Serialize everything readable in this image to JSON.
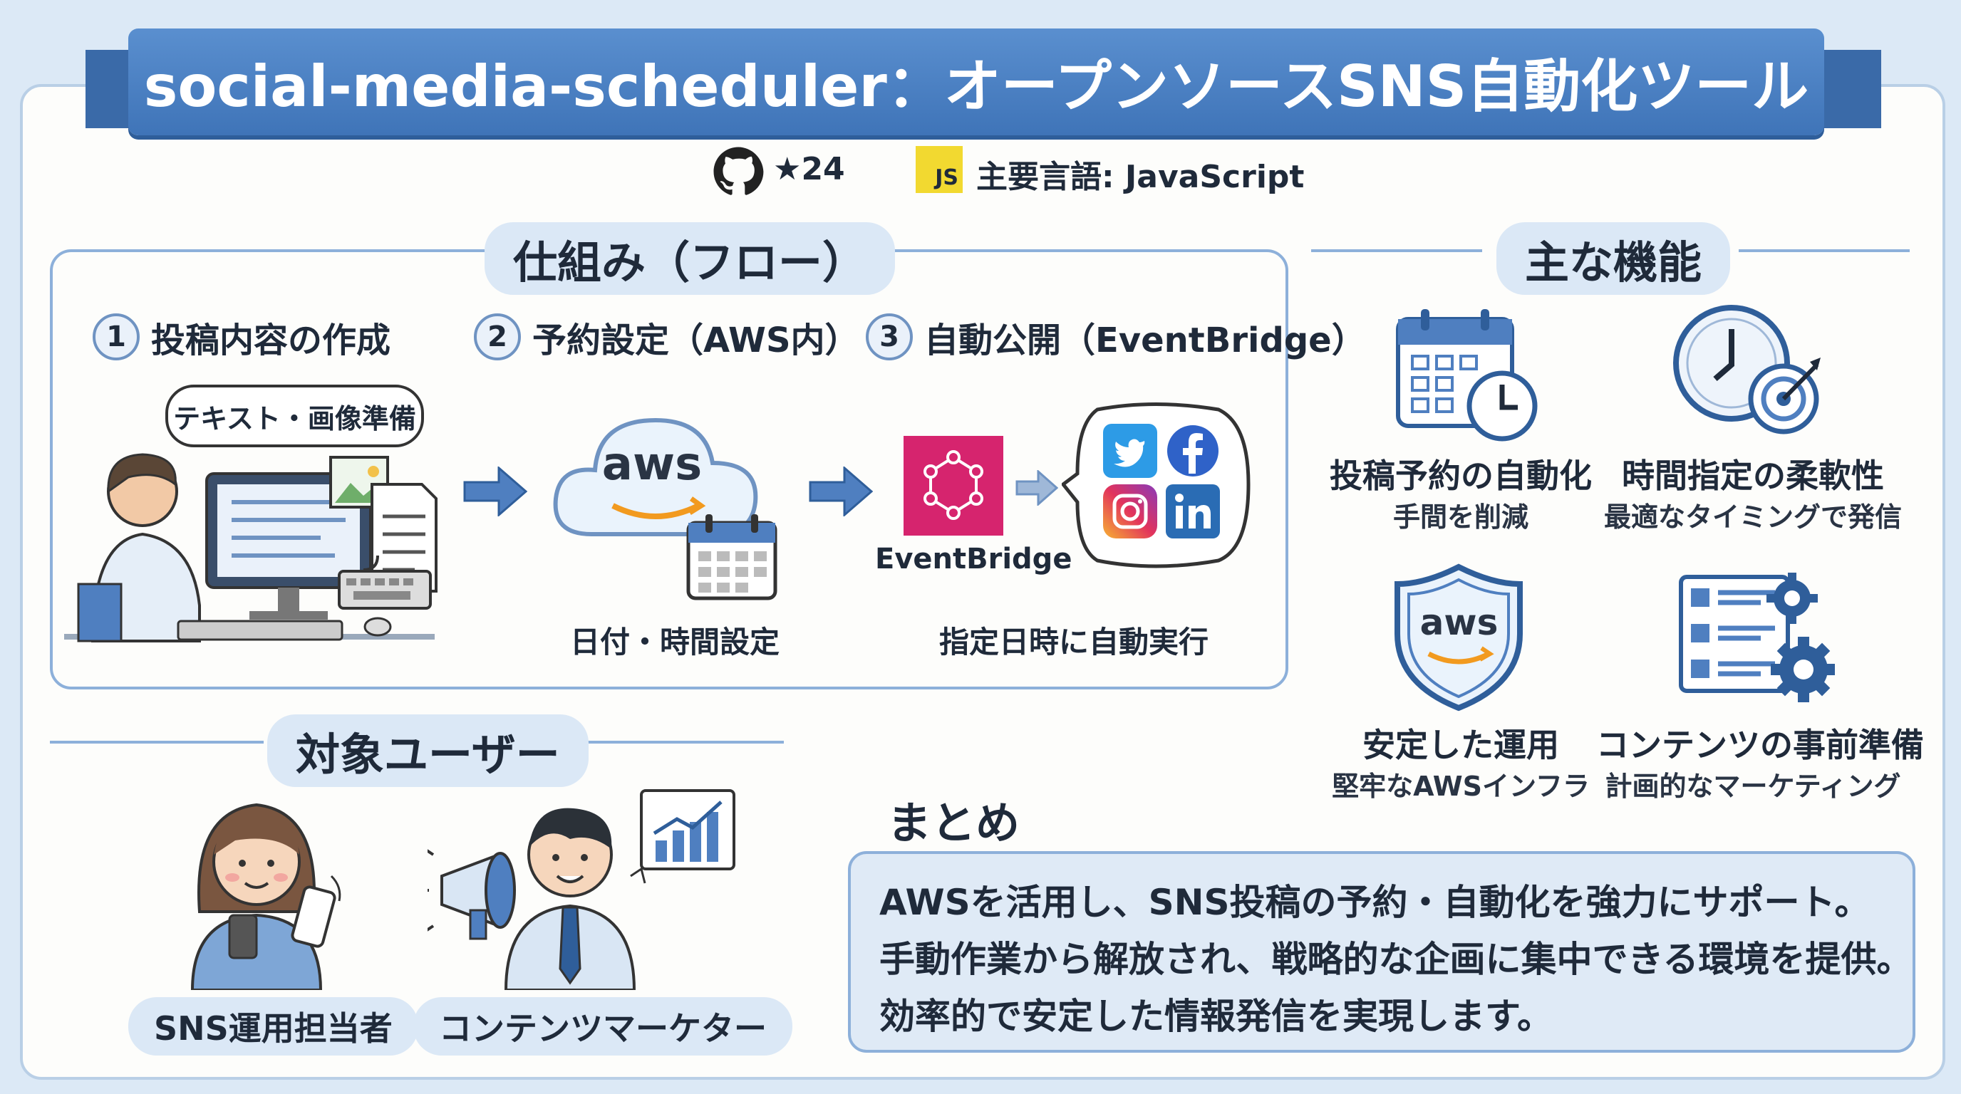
{
  "title": "social-media-scheduler：オープンソースSNS自動化ツール",
  "meta": {
    "stars": "★24",
    "language_badge": "JS",
    "language": "主要言語: JavaScript"
  },
  "flow": {
    "heading": "仕組み（フロー）",
    "steps": [
      {
        "num": "1",
        "label": "投稿内容の作成"
      },
      {
        "num": "2",
        "label": "予約設定（AWS内）"
      },
      {
        "num": "3",
        "label": "自動公開（EventBridge）"
      }
    ],
    "bubble": "テキスト・画像準備",
    "aws_logo": "aws",
    "eventbridge_label": "EventBridge",
    "caption_schedule": "日付・時間設定",
    "caption_execute": "指定日時に自動実行"
  },
  "features": {
    "heading": "主な機能",
    "items": [
      {
        "name": "投稿予約の自動化",
        "sub": "手間を削減"
      },
      {
        "name": "時間指定の柔軟性",
        "sub": "最適なタイミングで発信"
      },
      {
        "name": "安定した運用",
        "sub": "堅牢なAWSインフラ"
      },
      {
        "name": "コンテンツの事前準備",
        "sub": "計画的なマーケティング"
      }
    ],
    "shield_logo": "aws"
  },
  "users": {
    "heading": "対象ユーザー",
    "items": [
      {
        "label": "SNS運用担当者"
      },
      {
        "label": "コンテンツマーケター"
      }
    ]
  },
  "summary": {
    "heading": "まとめ",
    "lines": [
      "AWSを活用し、SNS投稿の予約・自動化を強力にサポート。",
      "手動作業から解放され、戦略的な企画に集中できる環境を提供。",
      "効率的で安定した情報発信を実現します。"
    ]
  },
  "colors": {
    "accent": "#3f74b8",
    "panel": "#dbe8f6",
    "aws_orange": "#f29a1f",
    "eventbridge": "#d6246e"
  }
}
